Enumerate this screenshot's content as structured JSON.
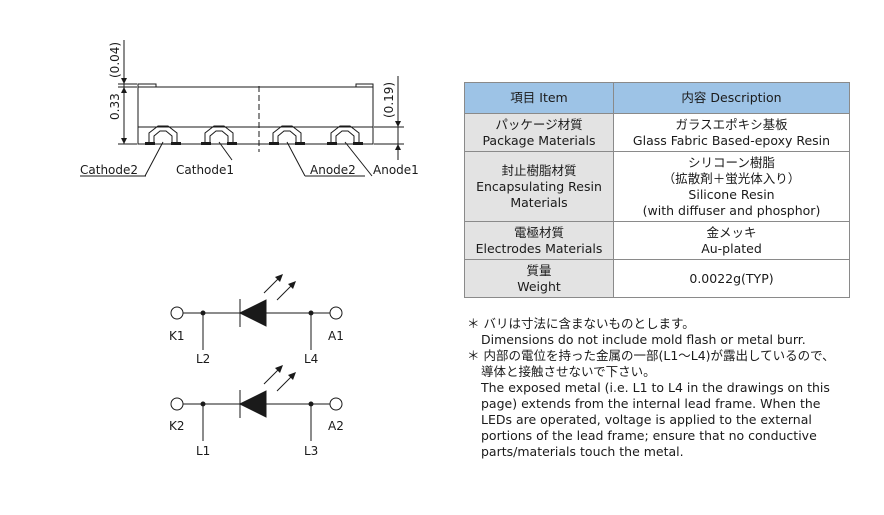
{
  "dimensions": {
    "top_gap": "(0.04)",
    "height": "0.33",
    "lens_height": "(0.19)"
  },
  "pin_labels": {
    "cathode2": "Cathode2",
    "cathode1": "Cathode1",
    "anode2": "Anode2",
    "anode1": "Anode1"
  },
  "circuit": {
    "led1": {
      "left": "K1",
      "right": "A1",
      "lead_left": "L2",
      "lead_right": "L4"
    },
    "led2": {
      "left": "K2",
      "right": "A2",
      "lead_left": "L1",
      "lead_right": "L3"
    }
  },
  "table": {
    "header": {
      "item": "項目 Item",
      "description": "内容 Description"
    },
    "rows": [
      {
        "item": [
          "パッケージ材質",
          "Package Materials"
        ],
        "desc": [
          "ガラスエポキシ基板",
          "Glass Fabric Based-epoxy Resin"
        ]
      },
      {
        "item": [
          "封止樹脂材質",
          "Encapsulating Resin",
          "Materials"
        ],
        "desc": [
          "シリコーン樹脂",
          "（拡散剤＋蛍光体入り）",
          "Silicone Resin",
          "(with diffuser and phosphor)"
        ]
      },
      {
        "item": [
          "電極材質",
          "Electrodes Materials"
        ],
        "desc": [
          "金メッキ",
          "Au-plated"
        ]
      },
      {
        "item": [
          "質量",
          "Weight"
        ],
        "desc": [
          "0.0022g(TYP)"
        ]
      }
    ]
  },
  "notes": {
    "n1": "＊ バリは寸法に含まないものとします。",
    "n1_en": "Dimensions do not include mold flash or metal burr.",
    "n2": "＊ 内部の電位を持った金属の一部(L1～L4)が露出しているので、",
    "n2b": "導体と接触させないで下さい。",
    "n2_en": [
      "The exposed metal (i.e. L1 to L4 in the drawings on this",
      "page) extends from the internal lead frame. When the",
      "LEDs are operated, voltage is applied to the external",
      "portions of the lead frame; ensure that no conductive",
      "parts/materials touch the metal."
    ]
  }
}
